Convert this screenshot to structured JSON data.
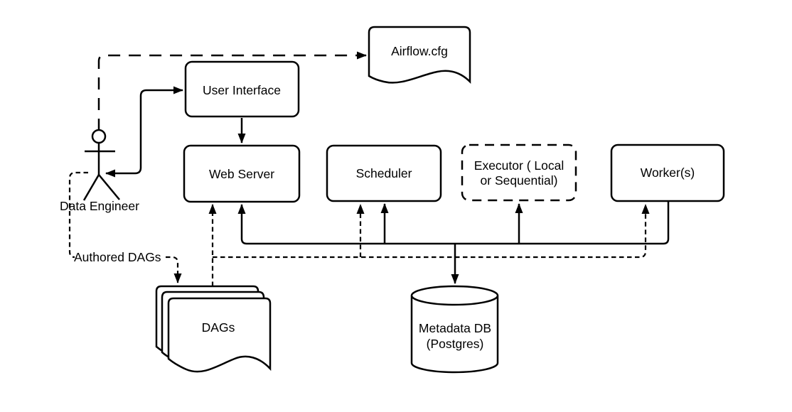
{
  "diagram": {
    "background": "#ffffff",
    "stroke_color": "#000000",
    "node_fill": "#ffffff",
    "nodes": {
      "airflow_cfg": {
        "label": "Airflow.cfg"
      },
      "user_interface": {
        "label": "User Interface"
      },
      "web_server": {
        "label": "Web Server"
      },
      "scheduler": {
        "label": "Scheduler"
      },
      "executor": {
        "label_line1": "Executor ( Local",
        "label_line2": "or Sequential)"
      },
      "workers": {
        "label": "Worker(s)"
      },
      "dags": {
        "label": "DAGs"
      },
      "metadata_db": {
        "label_line1": "Metadata DB",
        "label_line2": "(Postgres)"
      },
      "data_engineer": {
        "label": "Data Engineer"
      }
    },
    "edge_labels": {
      "authored_dags": "Authored DAGs"
    }
  }
}
